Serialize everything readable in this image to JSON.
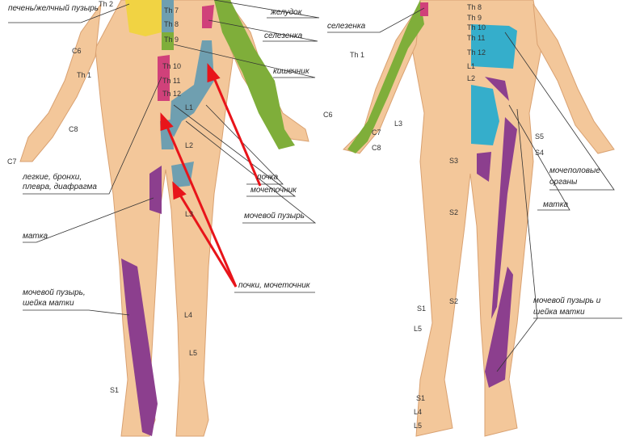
{
  "colors": {
    "skin": "#f3c79a",
    "skin_edge": "#d9a171",
    "liver": "#f1d343",
    "green": "#7fae3a",
    "pink": "#d0417a",
    "blue": "#6f9fb0",
    "cyan": "#35aecb",
    "purple": "#8c3f8e",
    "arrow": "#e8141a",
    "nerve": "#c0406a"
  },
  "front": {
    "organ_labels": {
      "liver": "печень/желчный пузырь",
      "stomach": "желудок",
      "spleen": "селезенка",
      "intestine": "кишечник",
      "kidney": "почка",
      "ureter": "мочеточник",
      "bladder": "мочевой пузырь",
      "kidneys_ureters": "почки, мочеточник",
      "lungs_1": "легкие, бронхи,",
      "lungs_2": "плевра, диафрагма",
      "uterus": "матка",
      "bladder_cervix_1": "мочевой пузырь,",
      "bladder_cervix_2": "шейка матки"
    },
    "segments": {
      "th2": "Th 2",
      "th7": "Th 7",
      "th8": "Th 8",
      "th9": "Th 9",
      "th10": "Th 10",
      "th11": "Th 11",
      "th12": "Th 12",
      "l1": "L1",
      "l2": "L2",
      "l3": "L3",
      "l4": "L4",
      "l5": "L5",
      "s1": "S1",
      "c6": "C6",
      "th1": "Th 1",
      "c8": "C8",
      "c7": "C7"
    }
  },
  "back": {
    "organ_labels": {
      "spleen": "селезенка",
      "genitourinary_1": "мочеполовые",
      "genitourinary_2": "органы",
      "uterus": "матка",
      "bladder_cervix_1": "мочевой пузырь и",
      "bladder_cervix_2": "шейка матки"
    },
    "segments": {
      "th8": "Th 8",
      "th9": "Th 9",
      "th10": "Th 10",
      "th11": "Th 11",
      "th12": "Th 12",
      "l1": "L1",
      "l2": "L2",
      "l3": "L3",
      "th1": "Th 1",
      "c6": "C6",
      "c7": "C7",
      "c8": "C8",
      "s5": "S5",
      "s4": "S4",
      "s3": "S3",
      "s2a": "S2",
      "s2b": "S2",
      "s1a": "S1",
      "l5a": "L5",
      "s1b": "S1",
      "l4": "L4",
      "l5b": "L5"
    }
  }
}
